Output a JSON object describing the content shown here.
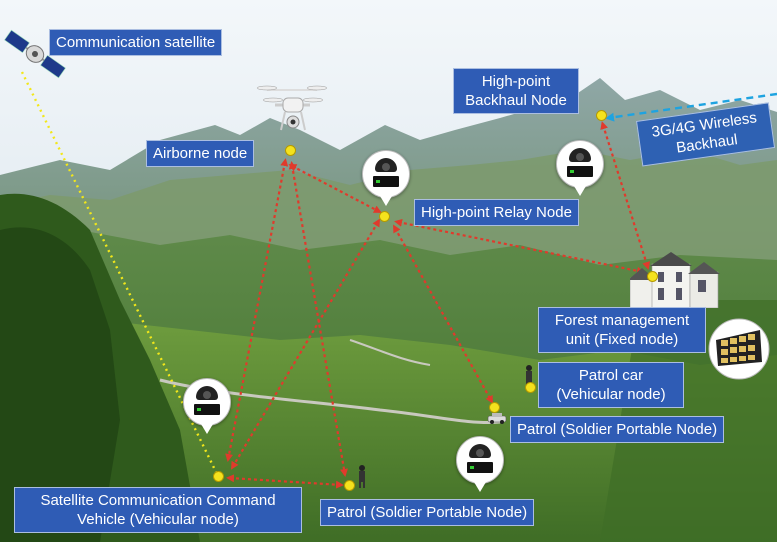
{
  "labels": {
    "satellite": "Communication satellite",
    "airborne": "Airborne node",
    "high_point_backhaul": "High-point Backhaul Node",
    "wireless_backhaul": "3G/4G Wireless Backhaul",
    "relay": "High-point Relay Node",
    "forest_unit": "Forest management unit (Fixed node)",
    "patrol_car": "Patrol car (Vehicular node)",
    "patrol_portable_right": "Patrol (Soldier Portable Node)",
    "command_vehicle": "Satellite Communication Command Vehicle (Vehicular node)",
    "patrol_portable_bottom": "Patrol (Soldier Portable Node)"
  },
  "colors": {
    "label_bg": "#2f5cb5",
    "link_red": "#e03a2c",
    "link_satellite": "#f2e71a",
    "link_backhaul": "#1ea3e0",
    "node_dot": "#f4e21d"
  },
  "icons": [
    "satellite-icon",
    "drone-icon",
    "camera-icon",
    "radio-box-icon",
    "building-icon",
    "person-icon",
    "car-icon"
  ]
}
